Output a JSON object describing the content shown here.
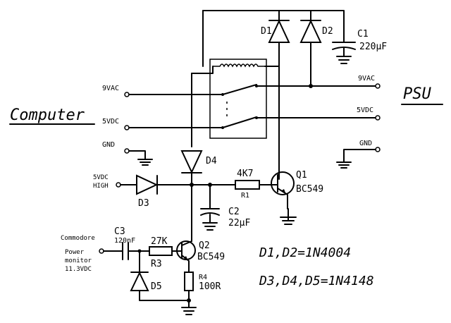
{
  "labels": {
    "computer": "Computer",
    "psu": "PSU",
    "vac_left": "9VAC",
    "vdc_left": "5VDC",
    "gnd_left": "GND",
    "vac_right": "9VAC",
    "vdc_right": "5VDC",
    "gnd_right": "GND",
    "high_in_1": "5VDC",
    "high_in_2": "HIGH",
    "monitor_1": "Commodore",
    "monitor_2": "Power",
    "monitor_3": "monitor",
    "monitor_4": "11.3VDC"
  },
  "components": {
    "d1": "D1",
    "d2": "D2",
    "c1_name": "C1",
    "c1_value": "220µF",
    "d4": "D4",
    "r1_name": "R1",
    "r1_value": "4K7",
    "q1_name": "Q1",
    "q1_type": "BC549",
    "d3": "D3",
    "c2_name": "C2",
    "c2_value": "22µF",
    "c3_name": "C3",
    "c3_value": "120nF",
    "r3_name": "R3",
    "r3_value": "27K",
    "q2_name": "Q2",
    "q2_type": "BC549",
    "r4_name": "R4",
    "r4_value": "100R",
    "d5": "D5"
  },
  "notes": {
    "line1": "D1,D2=1N4004",
    "line2": "D3,D4,D5=1N4148"
  }
}
